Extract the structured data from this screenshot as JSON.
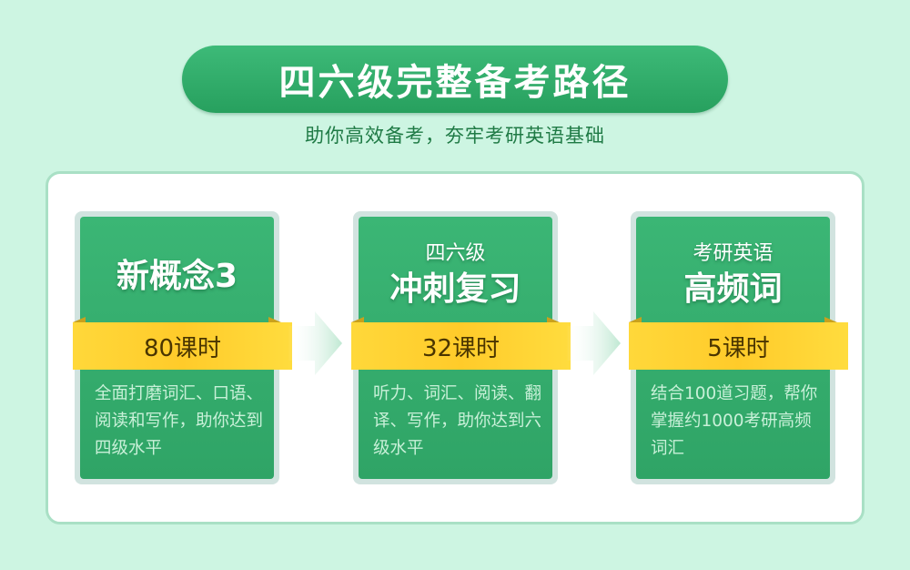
{
  "header": {
    "title": "四六级完整备考路径",
    "subtitle": "助你高效备考，夯牢考研英语基础"
  },
  "cards": [
    {
      "title": "新概念3",
      "hours": "80课时",
      "desc": "全面打磨词汇、口语、阅读和写作，助你达到四级水平"
    },
    {
      "subtitle": "四六级",
      "title": "冲刺复习",
      "hours": "32课时",
      "desc": "听力、词汇、阅读、翻译、写作，助你达到六级水平"
    },
    {
      "subtitle": "考研英语",
      "title": "高频词",
      "hours": "5课时",
      "desc": "结合100道习题，帮你掌握约1000考研高频词汇"
    }
  ],
  "colors": {
    "green": "#2fa466",
    "ribbon": "#ffd23a",
    "background": "#cdf5e2"
  }
}
